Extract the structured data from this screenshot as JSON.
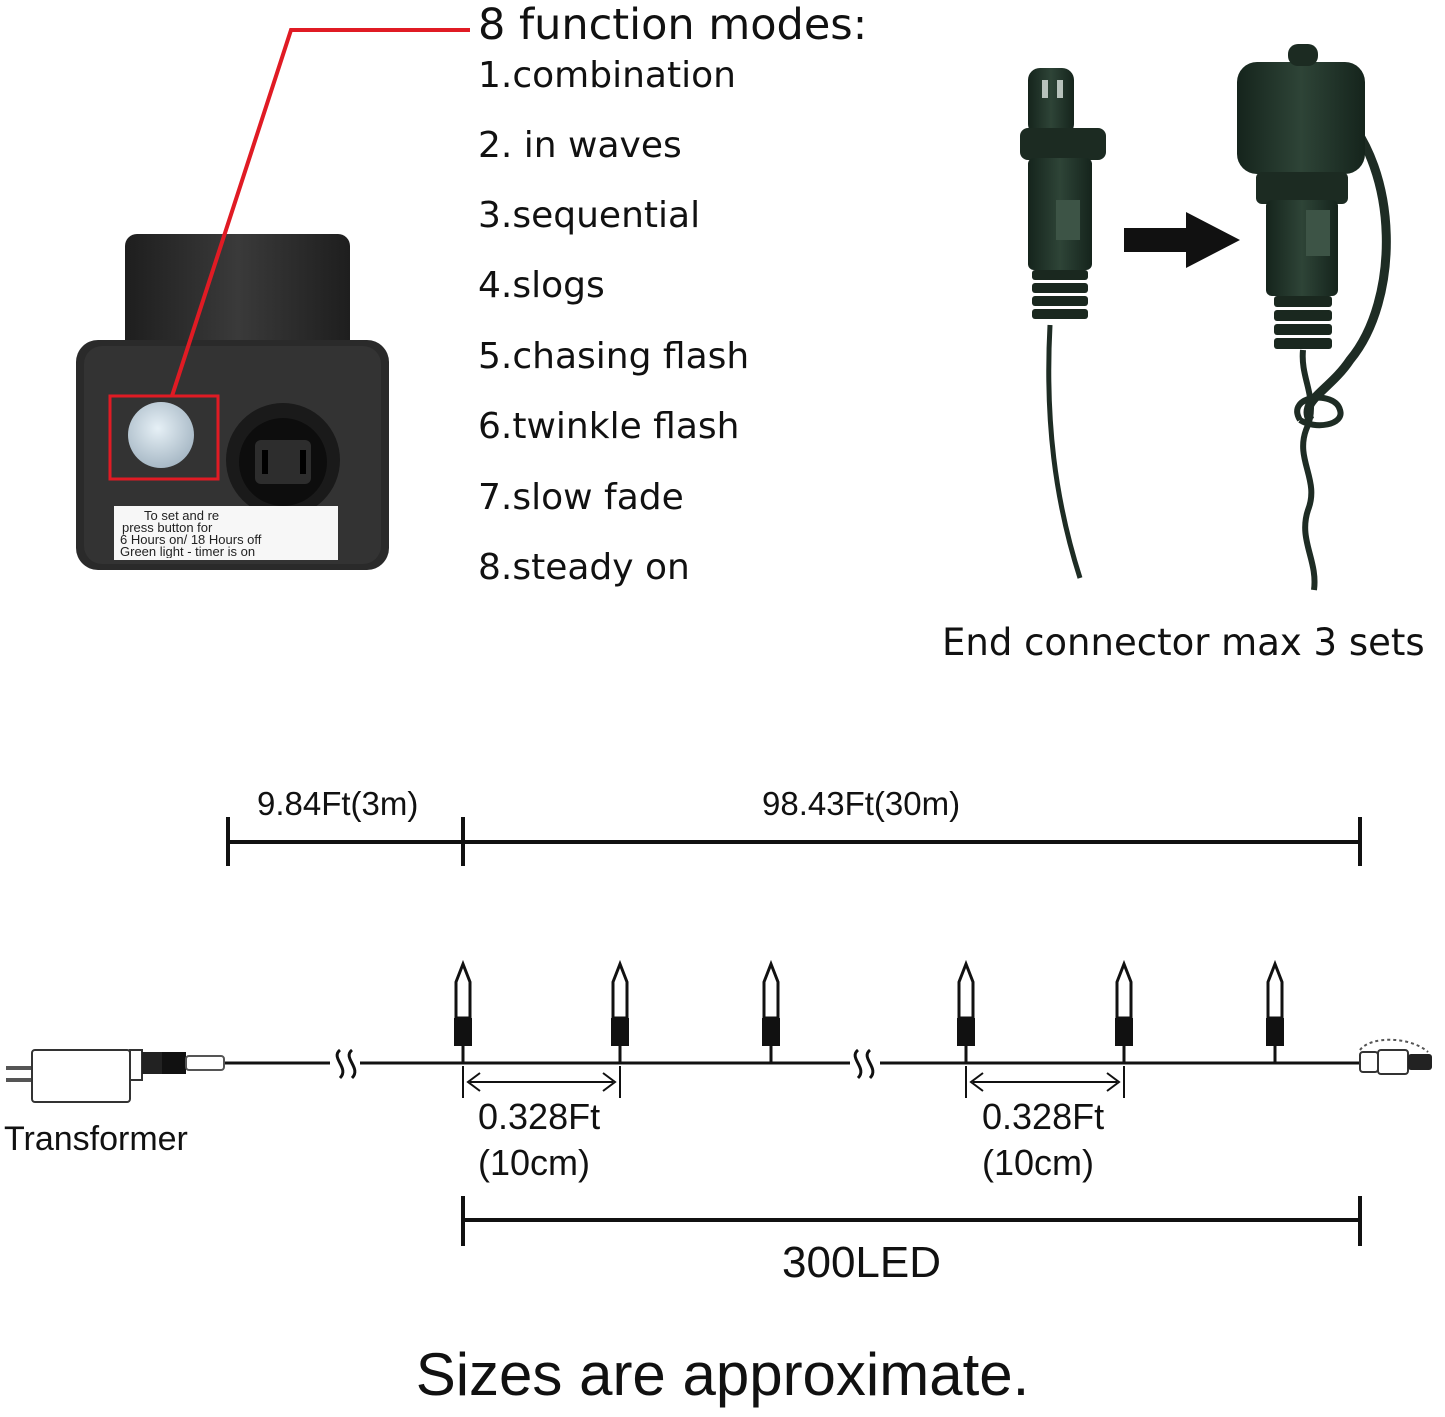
{
  "modes": {
    "title": "8 function modes:",
    "items": [
      "1.combination",
      "2. in waves",
      "3.sequential",
      "4.slogs",
      "5.chasing flash",
      "6.twinkle flash",
      "7.slow fade",
      "8.steady on"
    ]
  },
  "controller_label": {
    "lines": [
      "To set and re",
      "press button for",
      "6 Hours on/ 18 Hours off",
      "Green light - timer is on"
    ]
  },
  "connector": {
    "caption": "End connector max 3 sets"
  },
  "diagram": {
    "lead_length": "9.84Ft(3m)",
    "string_length": "98.43Ft(30m)",
    "spacing_1": {
      "ft": "0.328Ft",
      "cm": "(10cm)"
    },
    "spacing_2": {
      "ft": "0.328Ft",
      "cm": "(10cm)"
    },
    "transformer_label": "Transformer",
    "led_count": "300LED"
  },
  "footer": {
    "disclaimer": "Sizes are approximate."
  },
  "colors": {
    "callout": "#e01b24",
    "device": "#2b2b2b",
    "line": "#111111"
  }
}
